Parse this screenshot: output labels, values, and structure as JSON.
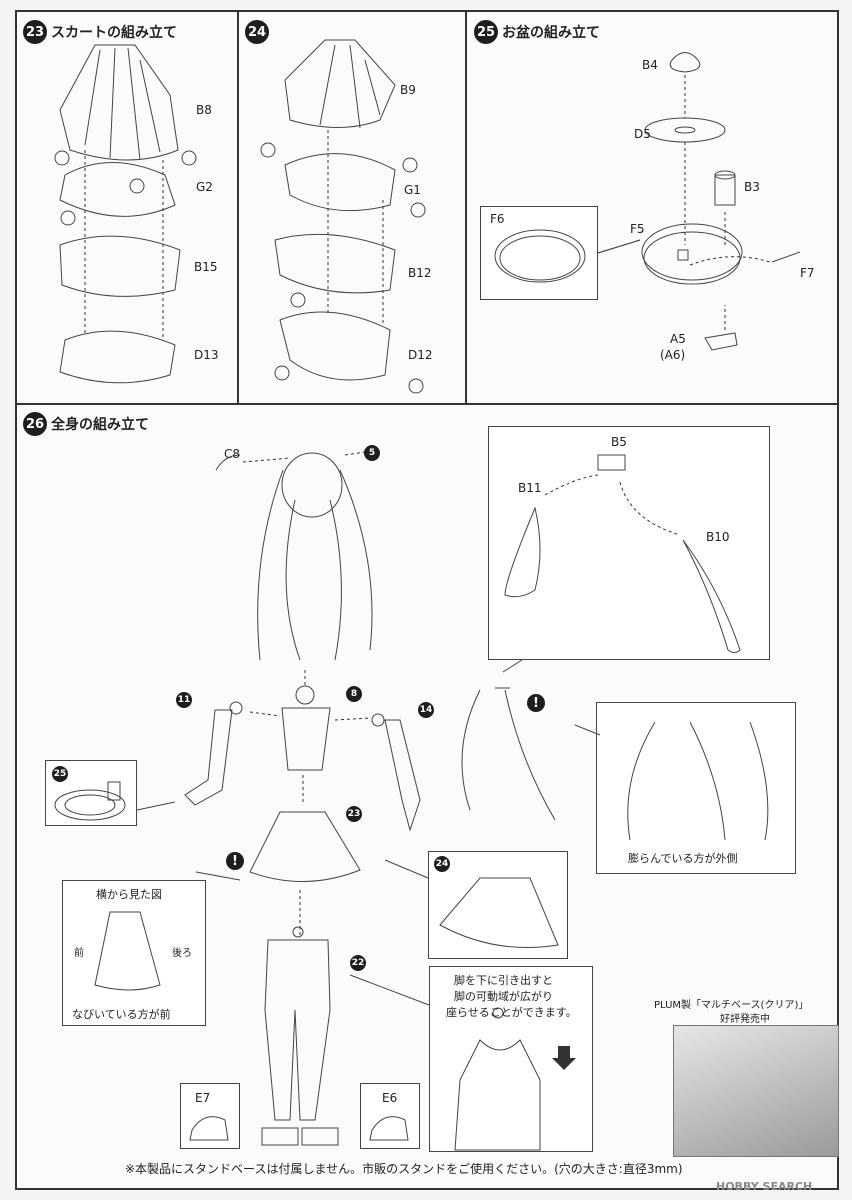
{
  "steps": {
    "s23": {
      "num": "23",
      "title": "スカートの組み立て"
    },
    "s24": {
      "num": "24",
      "title": ""
    },
    "s25": {
      "num": "25",
      "title": "お盆の組み立て"
    },
    "s26": {
      "num": "26",
      "title": "全身の組み立て"
    }
  },
  "parts23": [
    "B8",
    "G2",
    "B15",
    "D13"
  ],
  "parts24": [
    "B9",
    "G1",
    "B12",
    "D12"
  ],
  "parts25": [
    "B4",
    "D5",
    "B3",
    "F6",
    "F5",
    "F7",
    "A5",
    "(A6)"
  ],
  "parts26": [
    "C8",
    "B5",
    "B11",
    "B10",
    "E7",
    "E6"
  ],
  "refs": [
    "5",
    "8",
    "11",
    "14",
    "23",
    "24",
    "22",
    "25"
  ],
  "warn_symbol": "!",
  "captions": {
    "side_view_title": "横から見た図",
    "front": "前",
    "back": "後ろ",
    "flowing_front": "なびいている方が前",
    "bulging_outside": "膨らんでいる方が外側",
    "legs_note_1": "脚を下に引き出すと",
    "legs_note_2": "脚の可動域が広がり",
    "legs_note_3": "座らせることができます。",
    "plum_1": "PLUM製「マルチベース(クリア)」",
    "plum_2": "好評発売中"
  },
  "footer_note": "※本製品にスタンドベースは付属しません。市販のスタンドをご使用ください。(穴の大きさ:直径3mm)",
  "watermark": "HOBBY SEARCH"
}
